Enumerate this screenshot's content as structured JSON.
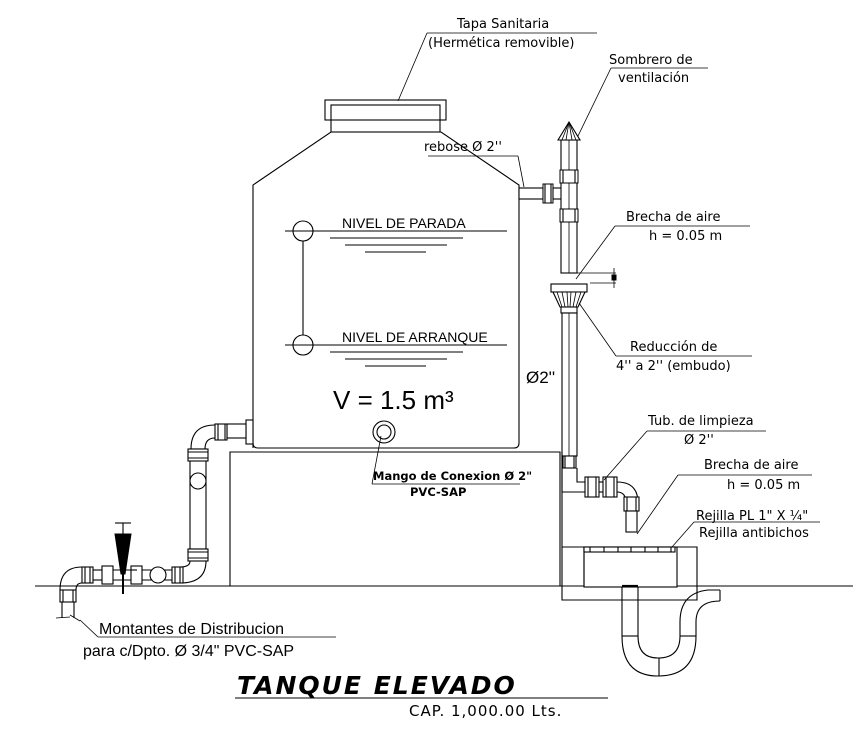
{
  "drawing": {
    "title": "TANQUE ELEVADO",
    "subtitle": "CAP. 1,000.00 Lts.",
    "volume_label": "V = 1.5 m³",
    "levels": {
      "stop": "NIVEL DE PARADA",
      "start": "NIVEL DE ARRANQUE"
    },
    "callouts": {
      "lid_line1": "Tapa Sanitaria",
      "lid_line2": "(Hermética removible)",
      "vent_line1": "Sombrero de",
      "vent_line2": "ventilación",
      "overflow": "rebose Ø 2''",
      "air_gap_1_line1": "Brecha de aire",
      "air_gap_1_line2": "h = 0.05 m",
      "reducer_line1": "Reducción de",
      "reducer_line2": "4'' a 2'' (embudo)",
      "pipe_diameter": "Ø2''",
      "cleaning_pipe_line1": "Tub. de limpieza",
      "cleaning_pipe_line2": "Ø 2''",
      "air_gap_2_line1": "Brecha de aire",
      "air_gap_2_line2": "h = 0.05 m",
      "grate_line1": "Rejilla PL 1\" X ¼\"",
      "grate_line2": "Rejilla antibichos",
      "connection_line1": "Mango de Conexion Ø 2\"",
      "connection_line2": "PVC-SAP",
      "risers_line1": "Montantes de Distribucion",
      "risers_line2": "para c/Dpto. Ø 3/4\" PVC-SAP"
    }
  }
}
